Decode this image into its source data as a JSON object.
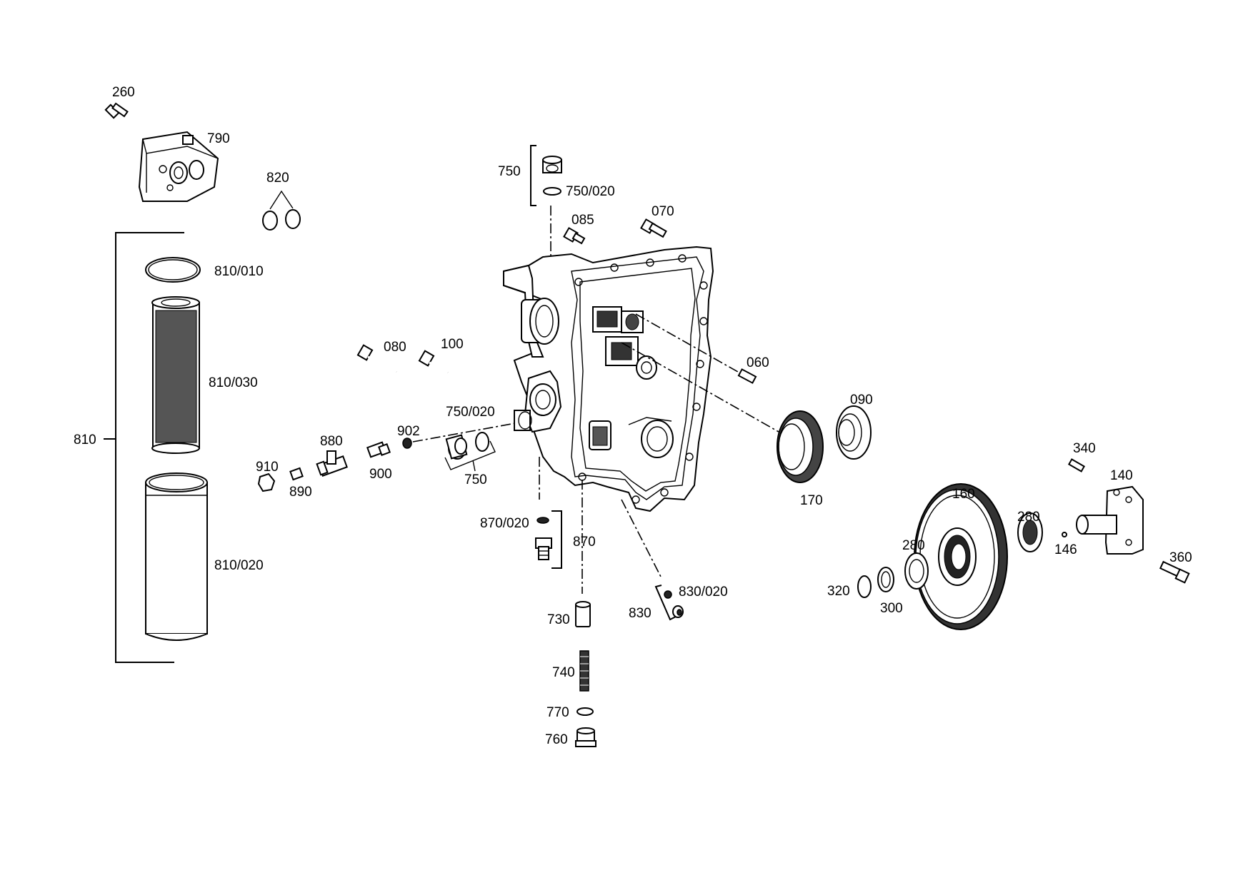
{
  "diagram": {
    "labels": {
      "p260": "260",
      "p790": "790",
      "p820": "820",
      "p810_010": "810/010",
      "p810_030": "810/030",
      "p810": "810",
      "p810_020": "810/020",
      "p910": "910",
      "p890": "890",
      "p880": "880",
      "p900": "900",
      "p902": "902",
      "p750_020_mid": "750/020",
      "p750_mid": "750",
      "p080": "080",
      "p100": "100",
      "p750_top": "750",
      "p750_020_top": "750/020",
      "p085": "085",
      "p070": "070",
      "p060": "060",
      "p090": "090",
      "p170": "170",
      "p870_020": "870/020",
      "p870": "870",
      "p830_020": "830/020",
      "p830": "830",
      "p730": "730",
      "p740": "740",
      "p770": "770",
      "p760": "760",
      "p160": "160",
      "p280_a": "280",
      "p280_b": "280",
      "p300": "300",
      "p320": "320",
      "p146": "146",
      "p140": "140",
      "p340": "340",
      "p360": "360"
    }
  }
}
